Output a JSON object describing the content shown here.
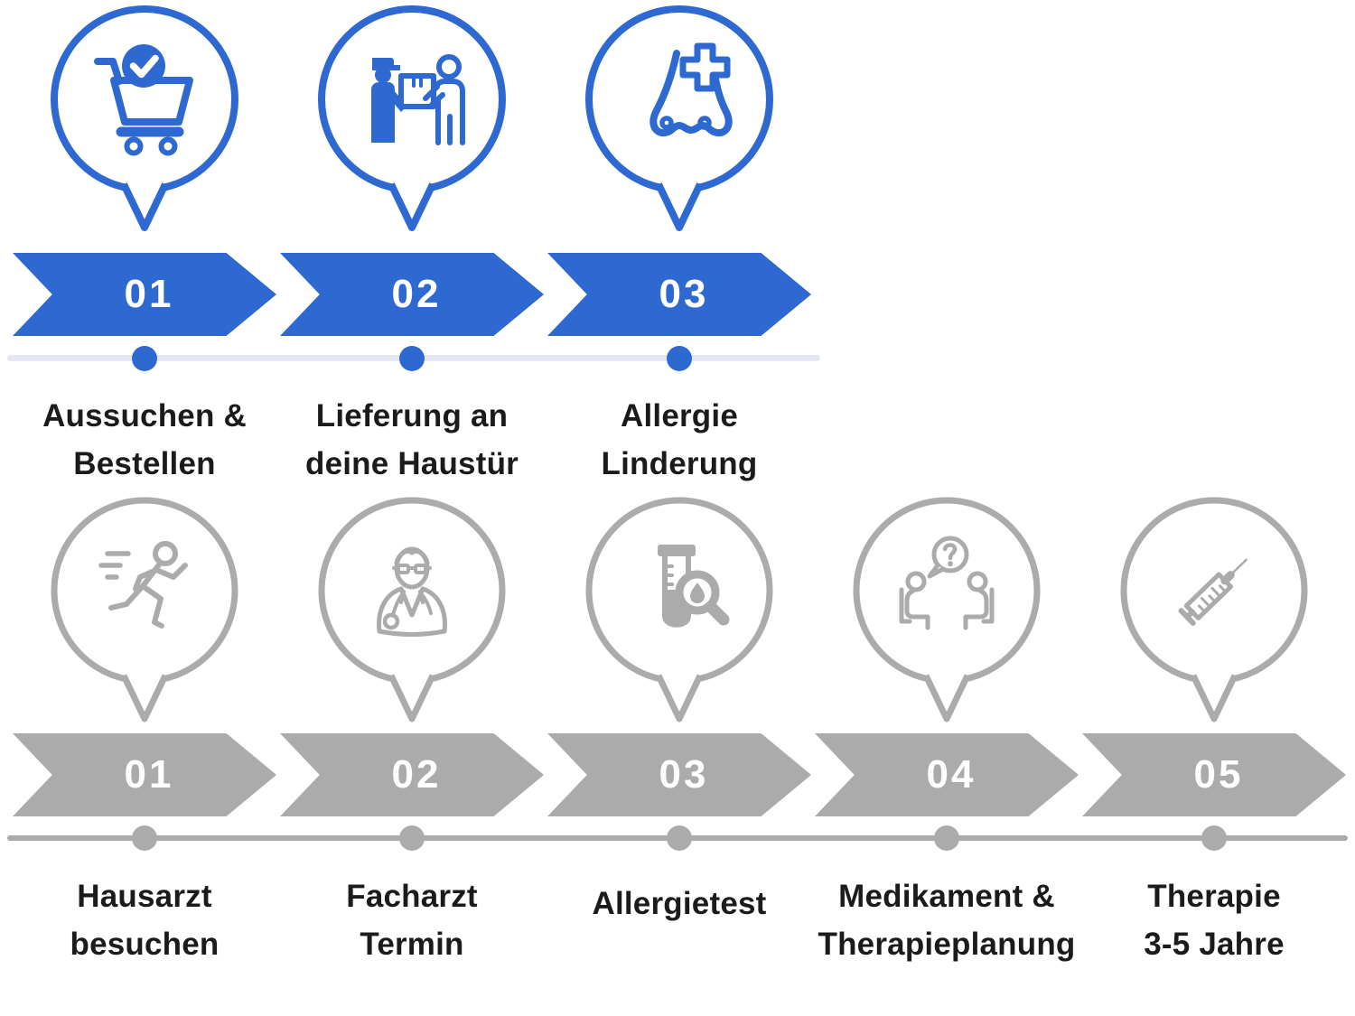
{
  "colors": {
    "accent_blue": "#2E69D2",
    "track_light": "#E4E7F1",
    "gray": "#ABABAB",
    "text": "#1B1B1B",
    "number_text": "#FFFFFF"
  },
  "top_process": {
    "steps": [
      {
        "number": "01",
        "label_line1": "Aussuchen &",
        "label_line2": "Bestellen",
        "icon": "cart-check-icon"
      },
      {
        "number": "02",
        "label_line1": "Lieferung an",
        "label_line2": "deine Haustür",
        "icon": "delivery-handover-icon"
      },
      {
        "number": "03",
        "label_line1": "Allergie",
        "label_line2": "Linderung",
        "icon": "nose-medical-cross-icon"
      }
    ]
  },
  "bottom_process": {
    "steps": [
      {
        "number": "01",
        "label_line1": "Hausarzt",
        "label_line2": "besuchen",
        "icon": "running-person-icon"
      },
      {
        "number": "02",
        "label_line1": "Facharzt",
        "label_line2": "Termin",
        "icon": "doctor-icon"
      },
      {
        "number": "03",
        "label_line1": "Allergietest",
        "icon": "test-tube-magnifier-icon"
      },
      {
        "number": "04",
        "label_line1": "Medikament &",
        "label_line2": "Therapieplanung",
        "icon": "consultation-icon"
      },
      {
        "number": "05",
        "label_line1": "Therapie",
        "label_line2": "3-5 Jahre",
        "icon": "syringe-icon"
      }
    ]
  }
}
